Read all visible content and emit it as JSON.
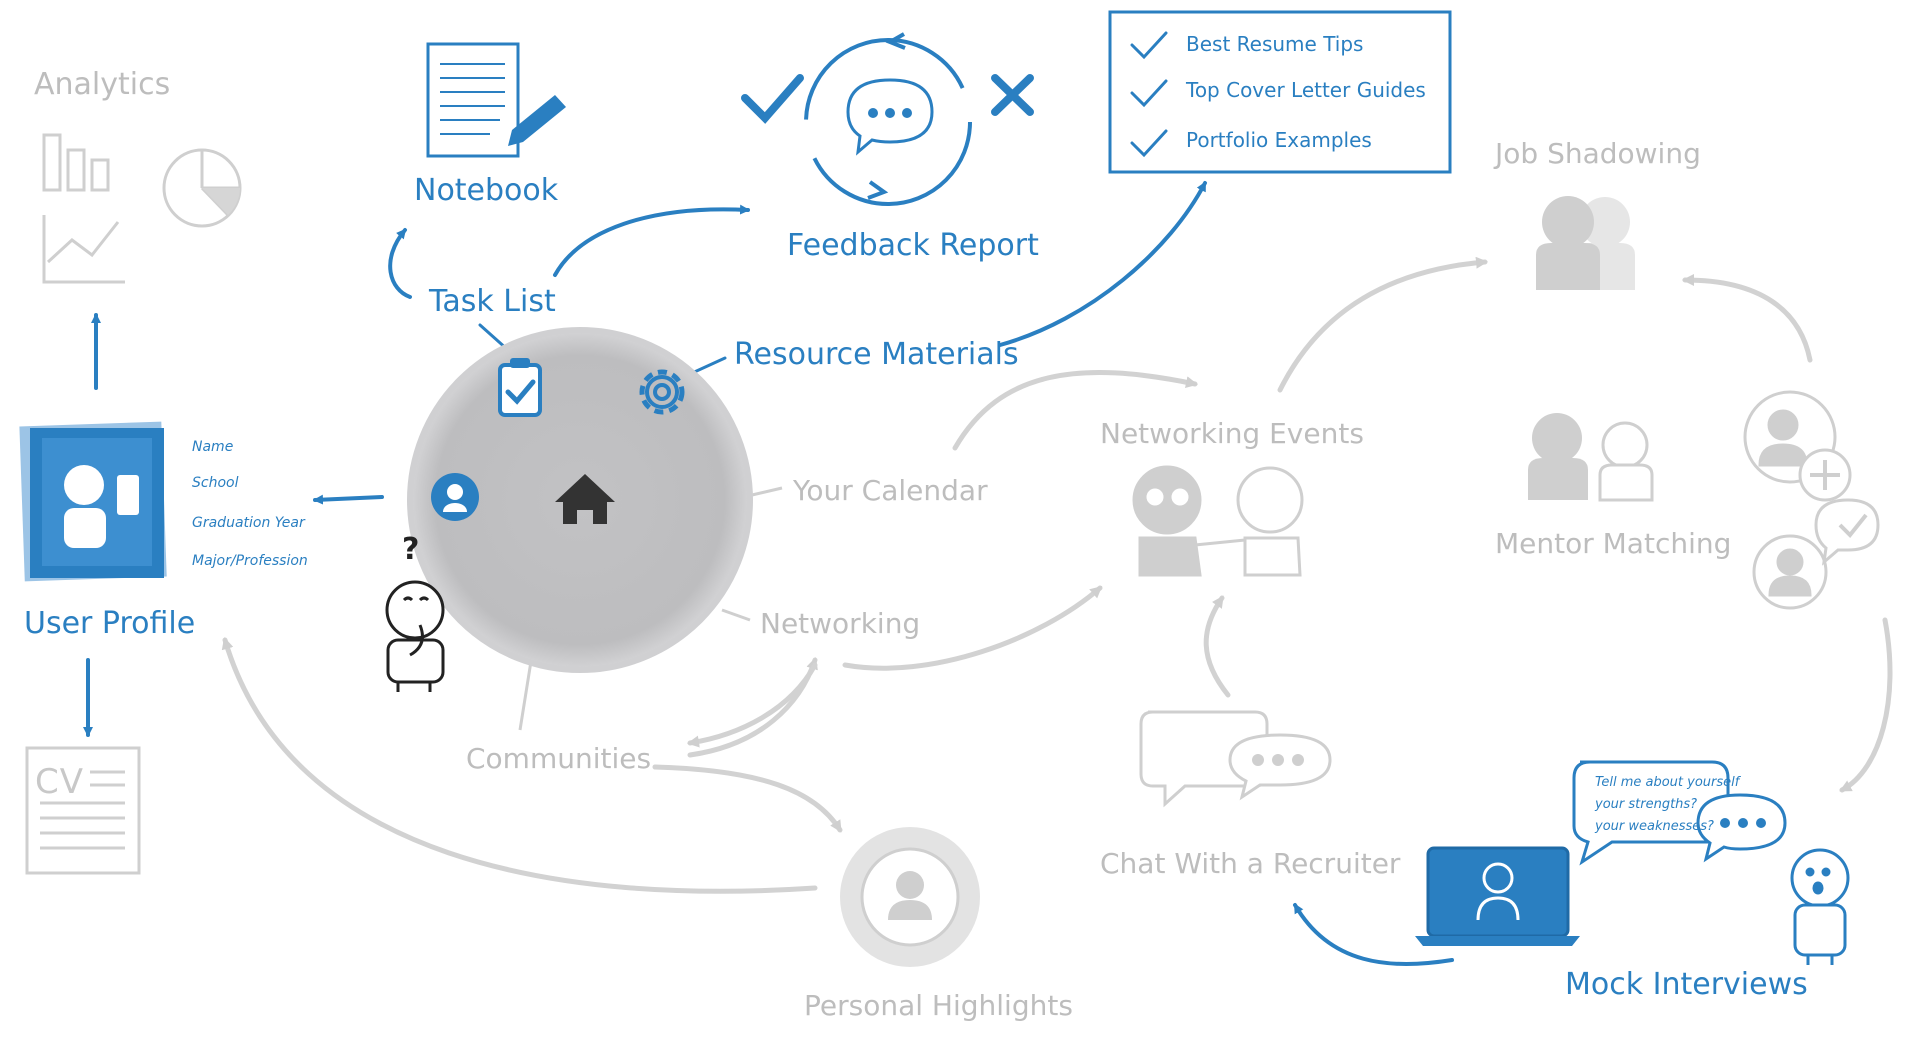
{
  "colors": {
    "accent": "#2a7fc1",
    "inactive": "#bdbdbd",
    "hub": "#c4c4c6"
  },
  "hub": {
    "icons": [
      "clipboard-check-icon",
      "gear-icon",
      "user-icon",
      "home-icon"
    ]
  },
  "labels": {
    "analytics": "Analytics",
    "notebook": "Notebook",
    "feedback_report": "Feedback Report",
    "task_list": "Task List",
    "resource_materials": "Resource Materials",
    "user_profile": "User Profile",
    "your_calendar": "Your Calendar",
    "networking": "Networking",
    "communities": "Communities",
    "personal_highlights": "Personal Highlights",
    "networking_events": "Networking Events",
    "job_shadowing": "Job Shadowing",
    "mentor_matching": "Mentor Matching",
    "chat_with_recruiter": "Chat With a Recruiter",
    "mock_interviews": "Mock Interviews"
  },
  "resources": [
    "Best Resume Tips",
    "Top Cover Letter Guides",
    "Portfolio Examples"
  ],
  "profile_fields": [
    "Name",
    "School",
    "Graduation Year",
    "Major/Profession"
  ],
  "cv_label": "CV",
  "question_mark": "?",
  "mock_interview_bubble": [
    "Tell me about yourself",
    "your strengths?",
    "your weaknesses?"
  ]
}
